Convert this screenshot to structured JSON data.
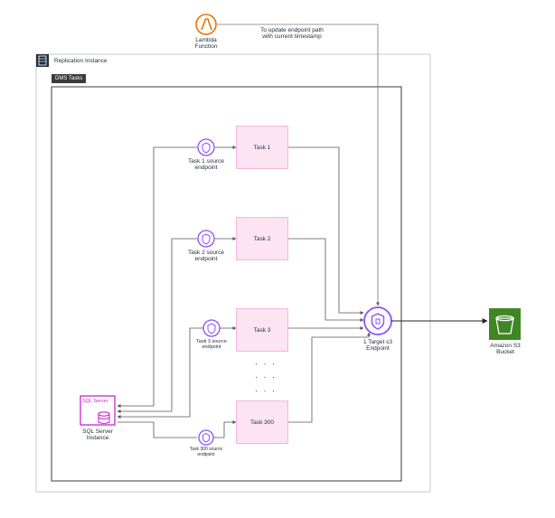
{
  "lambda": {
    "icon": "lambda-icon",
    "label_line1": "Lambda",
    "label_line2": "Function",
    "color": "#ED7100"
  },
  "lambda_note": {
    "line1": "To update endpoint path",
    "line2": "with current timestamp"
  },
  "replication": {
    "label": "Replication Instance",
    "icon": "server-rack-icon"
  },
  "dms": {
    "badge": "DMS Tasks"
  },
  "tasks": [
    {
      "label": "Task 1",
      "source_line1": "Task 1 source",
      "source_line2": "endpoint"
    },
    {
      "label": "Task 2",
      "source_line1": "Task 2 source",
      "source_line2": "endpoint"
    },
    {
      "label": "Task 3",
      "source_line1": "Task 3 source",
      "source_line2": "endpoint"
    },
    {
      "label": "Task 300",
      "source_line1": "Task 300 source",
      "source_line2": "endpoint"
    }
  ],
  "ellipsis": "· · ·",
  "target": {
    "label_line1": "1 Target s3",
    "label_line2": "Endpoint",
    "icon": "endpoint-shield-icon"
  },
  "s3": {
    "label_line1": "Amazon S3",
    "label_line2": "Bucket",
    "icon": "s3-bucket-icon",
    "color": "#3F8624"
  },
  "sqlserver": {
    "badge": "SQL Server",
    "label_line1": "SQL Server",
    "label_line2": "Instance",
    "icon": "database-icon",
    "color": "#C925D1"
  },
  "colors": {
    "purple": "#8c4fff",
    "task_fill": "#fce4f3",
    "line": "#555555",
    "border": "#c8c8c8"
  }
}
